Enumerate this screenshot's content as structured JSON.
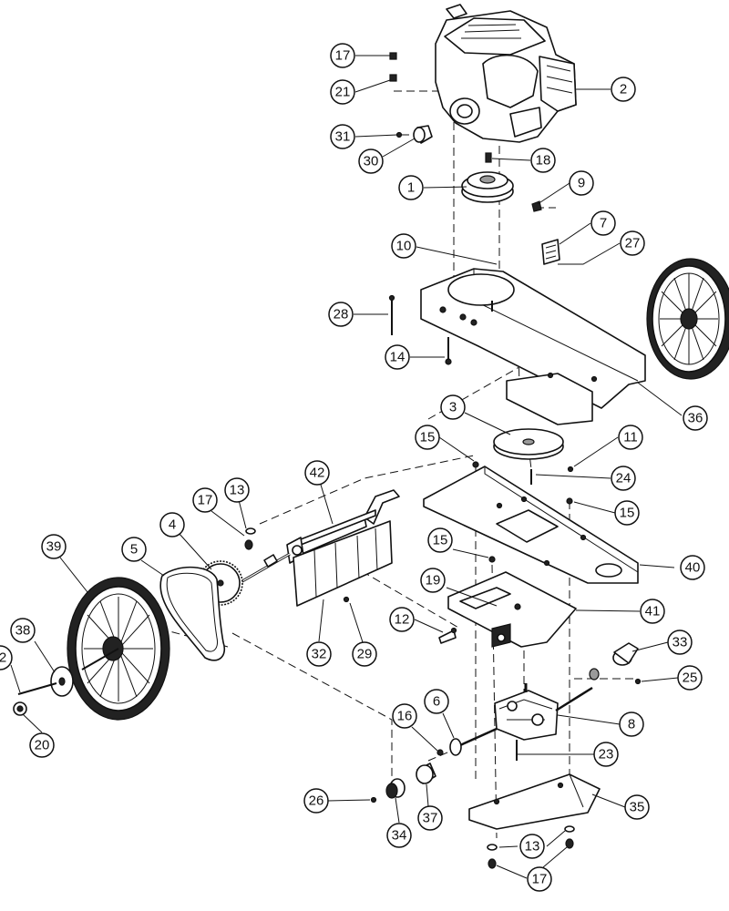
{
  "callouts": [
    "17",
    "21",
    "2",
    "31",
    "30",
    "18",
    "1",
    "9",
    "10",
    "7",
    "27",
    "28",
    "14",
    "36",
    "3",
    "15",
    "11",
    "24",
    "42",
    "13",
    "17",
    "4",
    "39",
    "5",
    "15",
    "40",
    "19",
    "41",
    "12",
    "38",
    "2",
    "20",
    "32",
    "29",
    "33",
    "25",
    "6",
    "16",
    "8",
    "23",
    "26",
    "34",
    "37",
    "35",
    "13",
    "17"
  ]
}
